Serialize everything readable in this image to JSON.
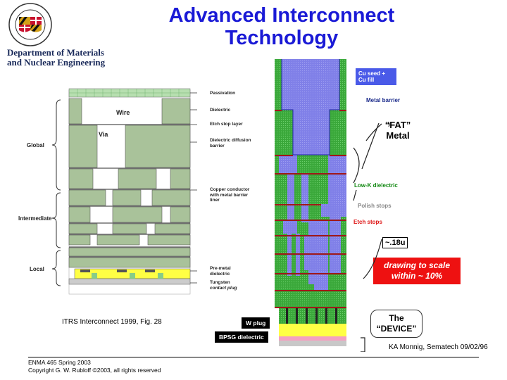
{
  "slide": {
    "title_line1": "Advanced Interconnect",
    "title_line2": "Technology",
    "logo_alt": "University of Maryland seal",
    "dept_line1": "Department of Materials",
    "dept_line2": "and Nuclear Engineering"
  },
  "left_diagram": {
    "wire_label": "Wire",
    "via_label": "Via",
    "layers": {
      "passivation": "Passivation",
      "dielectric": "Dielectric",
      "etch_stop": "Etch stop layer",
      "diffusion_barrier": "Dielectric diffusion barrier",
      "copper": "Copper conductor with metal barrier liner",
      "pre_metal": "Pre-metal dielectric",
      "tungsten": "Tungsten",
      "contact_plug": "contact plug"
    },
    "levels": {
      "global": "Global",
      "intermediate": "Intermediate",
      "local": "Local"
    },
    "caption": "ITRS Interconnect 1999, Fig. 28"
  },
  "right_diagram": {
    "cu_seed": "Cu seed + Cu fill",
    "metal_barrier": "Metal barrier",
    "fat_metal": "“FAT” Metal",
    "low_k": "Low-K dielectric",
    "polish_stops": "Polish stops",
    "etch_stops": "Etch stops",
    "feature_size": "~.18u",
    "scale_note": "drawing to scale within ~ 10%",
    "device": "The “DEVICE”",
    "w_plug": "W plug",
    "bpsg": "BPSG dielectric",
    "credit": "KA Monnig, Sematech 09/02/96"
  },
  "footer": {
    "line1": "ENMA 465 Spring 2003",
    "line2": "Copyright G. W. Rubloff   ©2003, all rights reserved"
  },
  "colors": {
    "title": "#1a1ad6",
    "green": "#3aa83a",
    "cu_blue": "#7f7fe8",
    "barrier_red": "#a01818",
    "diagram_green": "#a9c29a",
    "yellow": "#ffff44"
  }
}
